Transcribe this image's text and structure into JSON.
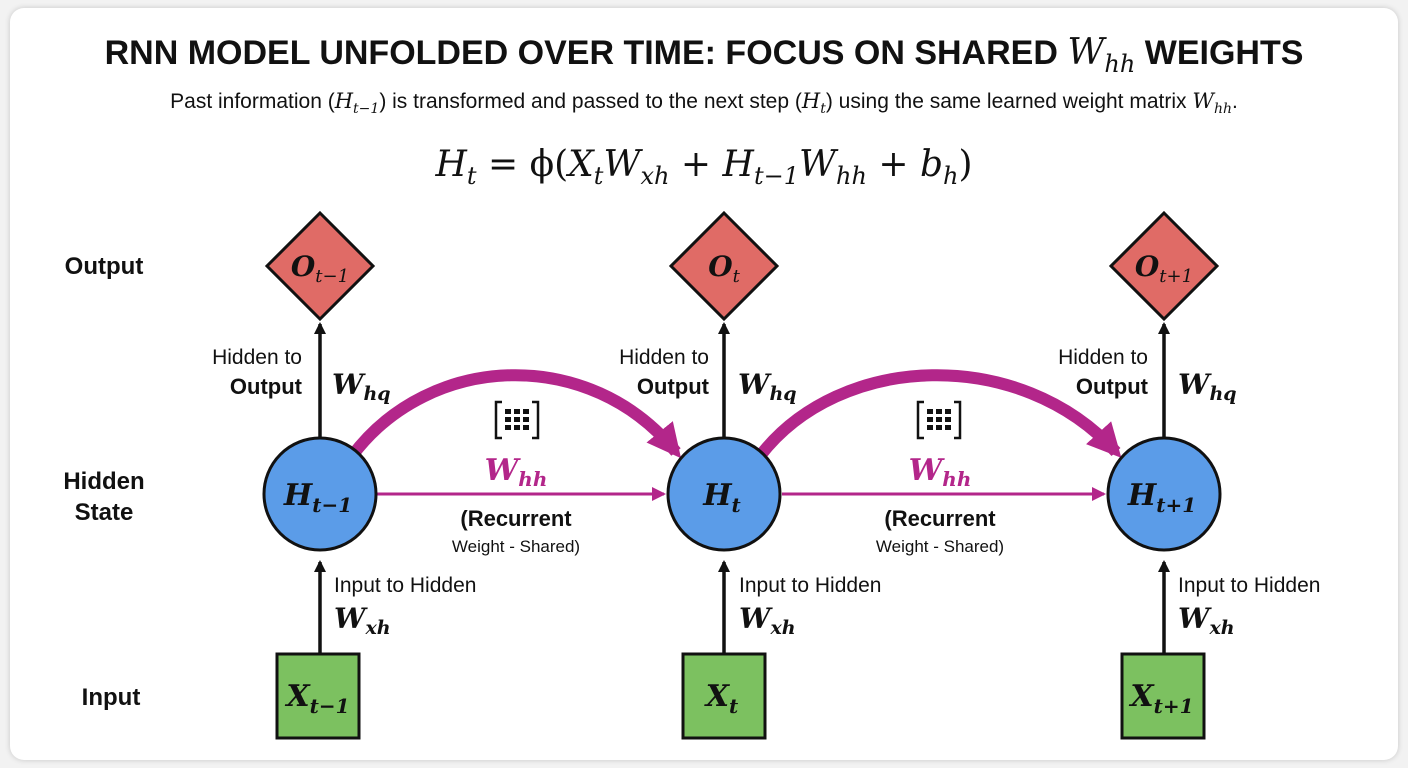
{
  "title": {
    "main": "RNN MODEL UNFOLDED OVER TIME: FOCUS ON SHARED ",
    "sym": "W",
    "sub": "hh",
    "end": " WEIGHTS"
  },
  "subtitle": {
    "p1": "Past information (",
    "v1": "H",
    "s1": "t−1",
    "p2": ") is transformed and passed to the next step (",
    "v2": "H",
    "s2": "t",
    "p3": ") using the same learned weight matrix ",
    "v3": "W",
    "s3": "hh",
    "p4": "."
  },
  "equation": {
    "a": "H",
    "a_sub": "t",
    "eq": " = ϕ(",
    "b": "X",
    "b_sub": "t",
    "c": "W",
    "c_sub": "xh",
    "plus1": " + ",
    "d": "H",
    "d_sub": "t−1",
    "e": "W",
    "e_sub": "hh",
    "plus2": " + ",
    "f": "b",
    "f_sub": "h",
    "close": ")"
  },
  "row_labels": {
    "output": "Output",
    "hidden_1": "Hidden",
    "hidden_2": "State",
    "input": "Input"
  },
  "colors": {
    "output_fill": "#e06b66",
    "hidden_fill": "#5b9ce8",
    "input_fill": "#7cc160",
    "recurrent": "#b3268a",
    "stroke": "#111111"
  },
  "steps": [
    {
      "output": {
        "v": "O",
        "sub": "t−1"
      },
      "hidden": {
        "v": "H",
        "sub": "t−1"
      },
      "input": {
        "v": "X",
        "sub": "t−1"
      },
      "hq_label_1": "Hidden to",
      "hq_label_2": "Output",
      "hq_w": "W",
      "hq_sub": "hq",
      "xh_label": "Input to Hidden",
      "xh_w": "W",
      "xh_sub": "xh"
    },
    {
      "output": {
        "v": "O",
        "sub": "t"
      },
      "hidden": {
        "v": "H",
        "sub": "t"
      },
      "input": {
        "v": "X",
        "sub": "t"
      },
      "hq_label_1": "Hidden to",
      "hq_label_2": "Output",
      "hq_w": "W",
      "hq_sub": "hq",
      "xh_label": "Input to Hidden",
      "xh_w": "W",
      "xh_sub": "xh"
    },
    {
      "output": {
        "v": "O",
        "sub": "t+1"
      },
      "hidden": {
        "v": "H",
        "sub": "t+1"
      },
      "input": {
        "v": "X",
        "sub": "t+1"
      },
      "hq_label_1": "Hidden to",
      "hq_label_2": "Output",
      "hq_w": "W",
      "hq_sub": "hq",
      "xh_label": "Input to Hidden",
      "xh_w": "W",
      "xh_sub": "xh"
    }
  ],
  "recurrent_links": [
    {
      "w": "W",
      "sub": "hh",
      "line1": "(Recurrent",
      "line2": "Weight - Shared)",
      "icon": "matrix-icon"
    },
    {
      "w": "W",
      "sub": "hh",
      "line1": "(Recurrent",
      "line2": "Weight - Shared)",
      "icon": "matrix-icon"
    }
  ]
}
